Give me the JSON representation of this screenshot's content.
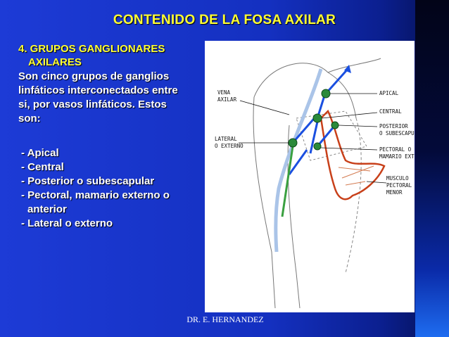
{
  "title": "CONTENIDO DE LA FOSA AXILAR",
  "subtitle": {
    "line1": "4. GRUPOS GANGLIONARES",
    "line2": "AXILARES"
  },
  "intro_lines": [
    "Son cinco grupos de ganglios",
    "linfáticos interconectados entre",
    "si, por vasos linfáticos. Estos",
    "son:"
  ],
  "groups": [
    "- Apical",
    "- Central",
    "- Posterior o subescapular",
    "- Pectoral, mamario externo o",
    "anterior",
    "- Lateral o externo"
  ],
  "figure_labels": {
    "vena_1": "VENA",
    "vena_2": "AXILAR",
    "lateral_1": "LATERAL",
    "lateral_2": "O EXTERNO",
    "apical": "APICAL",
    "central": "CENTRAL",
    "posterior_1": "POSTERIOR",
    "posterior_2": "O SUBESCAPULAR",
    "pectoral_1": "PECTORAL O",
    "pectoral_2": "MAMARIO EXT.",
    "musculo_1": "MUSCULO",
    "musculo_2": "PECTORAL",
    "musculo_3": "MENOR"
  },
  "footer": "DR. E. HERNANDEZ"
}
